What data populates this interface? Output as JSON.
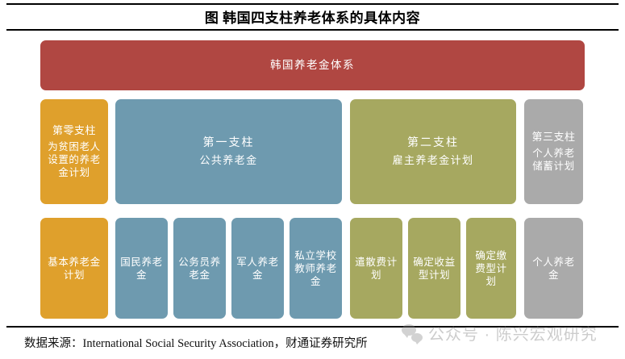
{
  "title": "图  韩国四支柱养老体系的具体内容",
  "diagram": {
    "root": {
      "label": "韩国养老金体系",
      "color": "#b04742"
    },
    "pillars": [
      {
        "title": "第零支柱",
        "subtitle": "为贫困老人设置的养老金计划",
        "color": "#dfa02c"
      },
      {
        "title": "第一支柱",
        "subtitle": "公共养老金",
        "color": "#6e9aaf"
      },
      {
        "title": "第二支柱",
        "subtitle": "雇主养老金计划",
        "color": "#a6a860"
      },
      {
        "title": "第三支柱",
        "subtitle": "个人养老储蓄计划",
        "color": "#aaaaaa"
      }
    ],
    "leaves": [
      {
        "label": "基本养老金计划",
        "color": "#dfa02c"
      },
      {
        "label": "国民养老金",
        "color": "#6e9aaf"
      },
      {
        "label": "公务员养老金",
        "color": "#6e9aaf"
      },
      {
        "label": "军人养老金",
        "color": "#6e9aaf"
      },
      {
        "label": "私立学校教师养老金",
        "color": "#6e9aaf"
      },
      {
        "label": "遣散费计划",
        "color": "#a6a860"
      },
      {
        "label": "确定收益型计划",
        "color": "#a6a860"
      },
      {
        "label": "确定缴费型计划",
        "color": "#a6a860"
      },
      {
        "label": "个人养老金",
        "color": "#aaaaaa"
      }
    ]
  },
  "footer": {
    "source": "数据来源：International Social Security Association，财通证券研究所"
  },
  "watermark": {
    "text": "公众号 · 陈兴宏观研究",
    "icon": "wechat-icon"
  }
}
